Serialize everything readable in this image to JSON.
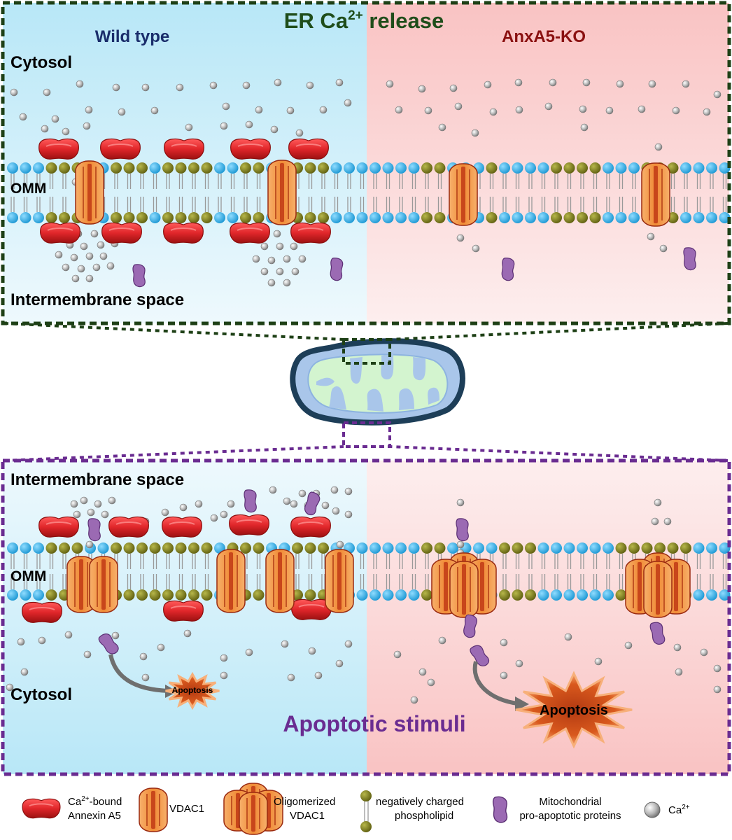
{
  "top_panel": {
    "title_prefix": "ER Ca",
    "title_sup": "2+",
    "title_suffix": " release",
    "wild_type": "Wild type",
    "knockout": "AnxA5-KO",
    "cytosol": "Cytosol",
    "omm": "OMM",
    "ims": "Intermembrane space"
  },
  "bottom_panel": {
    "ims": "Intermembrane space",
    "omm": "OMM",
    "cytosol": "Cytosol",
    "apoptosis_small": "Apoptosis",
    "apoptosis_large": "Apoptosis",
    "stimuli": "Apoptotic stimuli"
  },
  "legend": {
    "annexin_sup": "2+",
    "annexin_line1_suffix": "-bound",
    "annexin_prefix": "Ca",
    "annexin_line2": "Annexin A5",
    "vdac": "VDAC1",
    "oligo_line1": "Oligomerized",
    "oligo_line2": "VDAC1",
    "phospho_line1": "negatively charged",
    "phospho_line2": "phospholipid",
    "mito_line1": "Mitochondrial",
    "mito_line2": "pro-apoptotic proteins",
    "ca_prefix": "Ca",
    "ca_sup": "2+"
  },
  "colors": {
    "wild_bg": "#bfe9f7",
    "ko_bg": "#fbc9c9",
    "title_green": "#1f4d1a",
    "wild_blue": "#1a2d6b",
    "ko_red": "#8a1010",
    "purple": "#6a2c91",
    "annexin": "#e0262a",
    "vdac": "#f39a4a",
    "head_blue": "#29a8df",
    "head_olive": "#7d7d18",
    "protein": "#9b6ab3"
  }
}
